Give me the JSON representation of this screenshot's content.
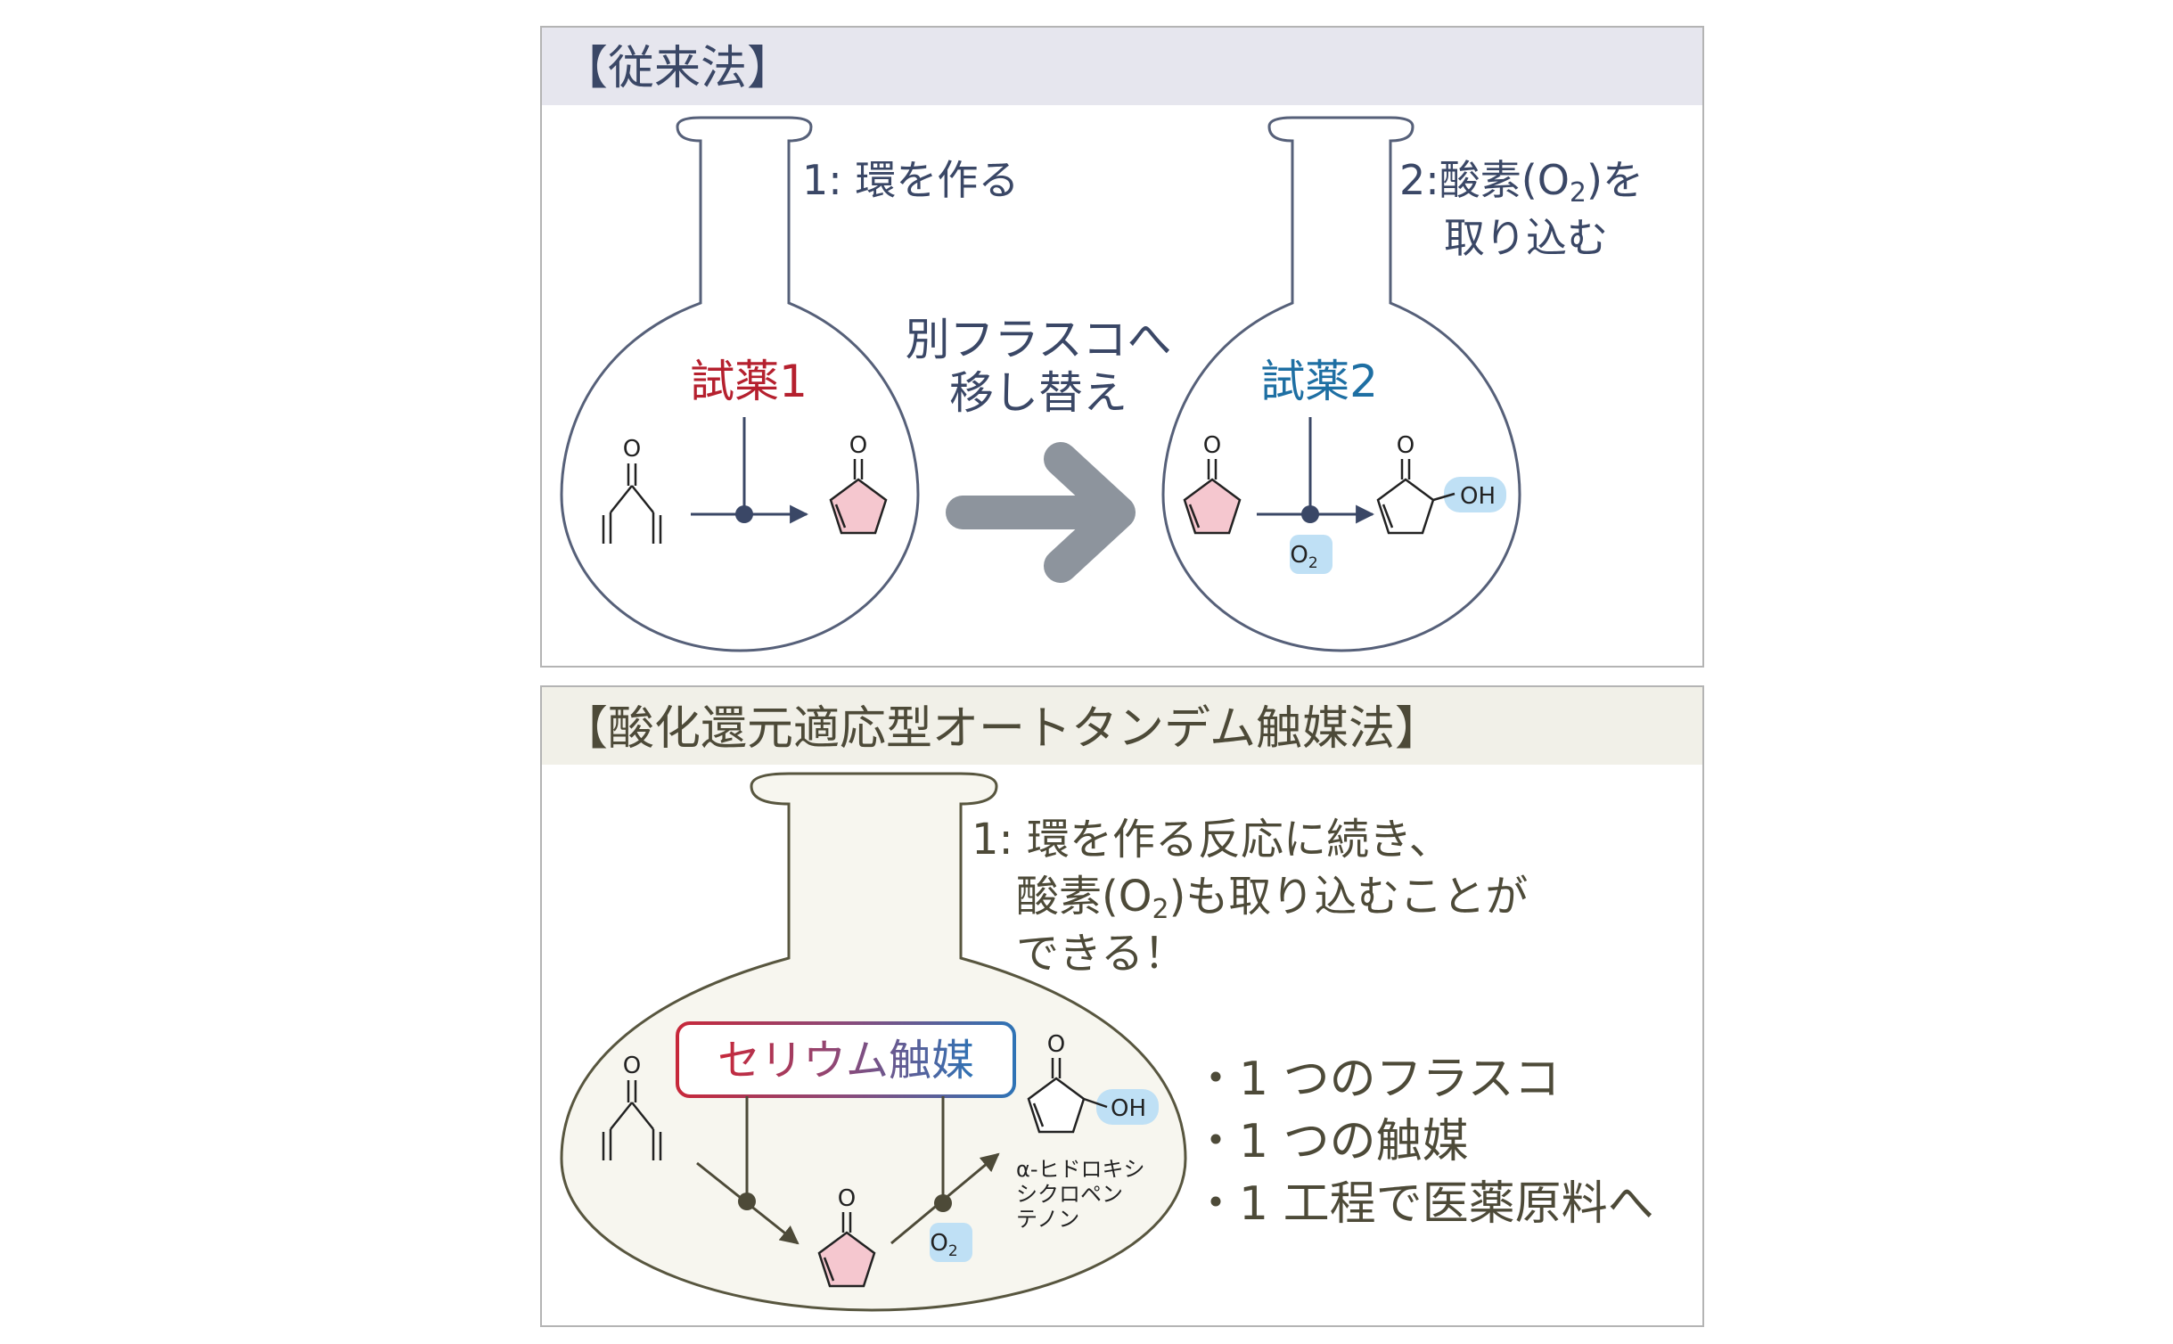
{
  "colors": {
    "panel_border": "#b4b4b4",
    "top_header_bg": "#e6e6ee",
    "bottom_header_bg": "#f1f0e8",
    "top_text": "#3a4766",
    "bottom_text": "#4d4a38",
    "reagent1": "#b5202e",
    "reagent2": "#1e6fa3",
    "ring_fill": "#f5c7cf",
    "o2_bg": "#bfe0f5",
    "arrow_gray": "#8d949d"
  },
  "top_panel": {
    "title": "【従来法】",
    "flask1": {
      "reagent": "試薬1",
      "step_label": "1: 環を作る",
      "o_label_left": "O",
      "o_label_right": "O"
    },
    "transfer": {
      "line1": "別フラスコへ",
      "line2": "移し替え"
    },
    "flask2": {
      "reagent": "試薬2",
      "step_line1": "2:酸素(O",
      "step_sub": "2",
      "step_line1_end": ")を",
      "step_line2": "取り込む",
      "o_label_left": "O",
      "o_label_right": "O",
      "oh_label": "OH",
      "o2_main": "O",
      "o2_sub": "2"
    }
  },
  "bottom_panel": {
    "title": "【酸化還元適応型オートタンデム触媒法】",
    "desc_line1": "1: 環を作る反応に続き、",
    "desc_line2_a": "酸素(O",
    "desc_line2_sub": "2",
    "desc_line2_b": ")も取り込むことが",
    "desc_line3": "できる！",
    "catalyst": "セリウム触媒",
    "o_label_start": "O",
    "o_label_mid": "O",
    "o_label_prod": "O",
    "oh_label": "OH",
    "o2_main": "O",
    "o2_sub": "2",
    "product_name": [
      "α-ヒドロキシ",
      "シクロペン",
      "テノン"
    ],
    "bullets": [
      "・1 つのフラスコ",
      "・1 つの触媒",
      "・1 工程で医薬原料へ"
    ]
  }
}
